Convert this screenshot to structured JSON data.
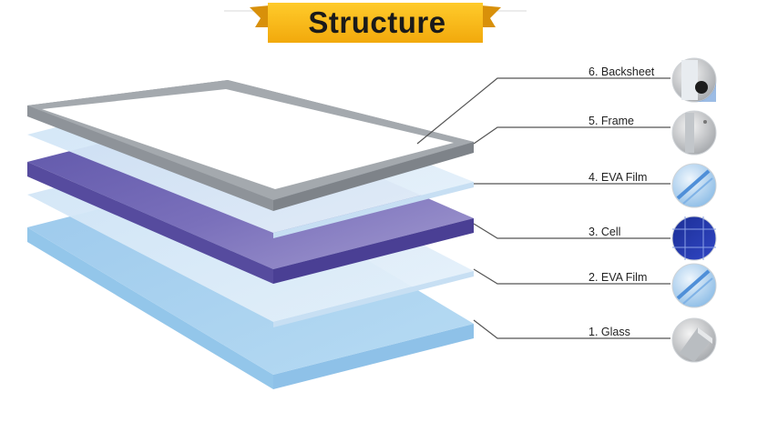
{
  "title": "Structure",
  "colors": {
    "banner": "#f5b50f",
    "banner_dark": "#d8900a",
    "glass": "#a9d1ef",
    "eva": "#d9ebf8",
    "cell": "#6a5fae",
    "cell_dark": "#4a3f94",
    "frame": "#9ea3a8",
    "leader": "#555555"
  },
  "layers": [
    {
      "label": "6. Backsheet",
      "icon": "backsheet-icon"
    },
    {
      "label": "5. Frame",
      "icon": "frame-icon"
    },
    {
      "label": "4. EVA Film",
      "icon": "eva-film-icon"
    },
    {
      "label": "3. Cell",
      "icon": "cell-icon"
    },
    {
      "label": "2. EVA Film",
      "icon": "eva-film-icon"
    },
    {
      "label": "1. Glass",
      "icon": "glass-icon"
    }
  ]
}
